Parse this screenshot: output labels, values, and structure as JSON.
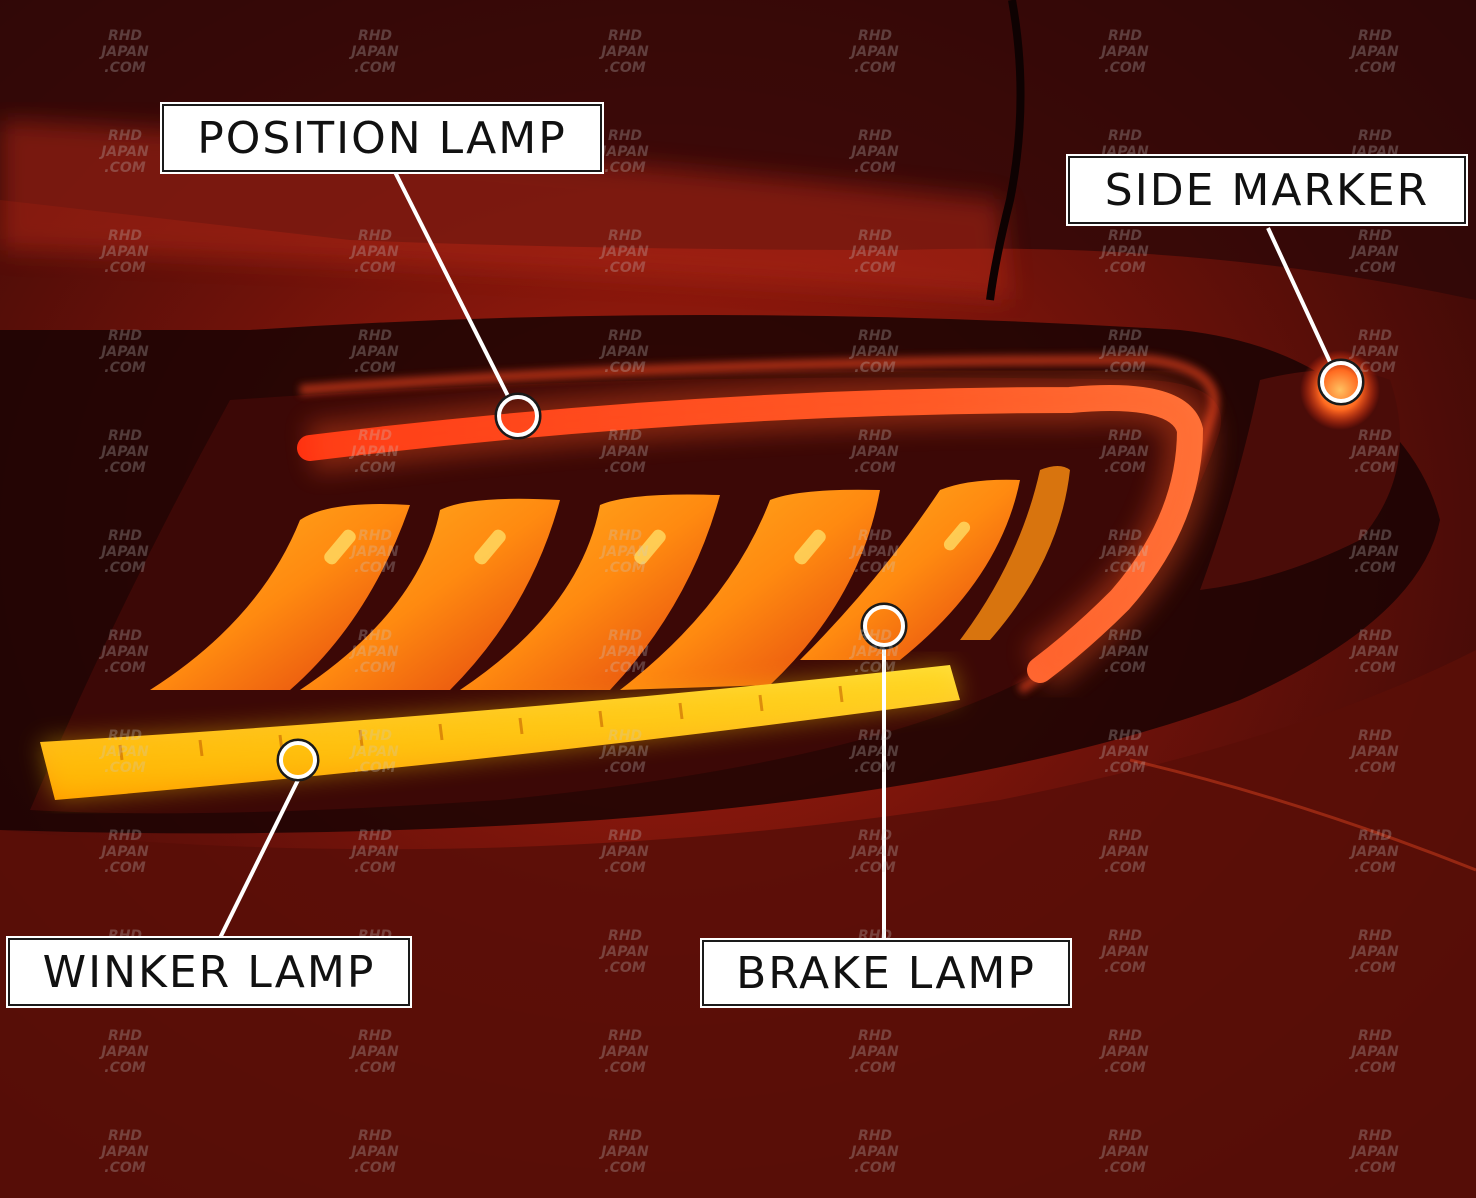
{
  "labels": {
    "position": "POSITION LAMP",
    "side": "SIDE MARKER",
    "winker": "WINKER LAMP",
    "brake": "BRAKE LAMP"
  },
  "watermark": {
    "line1": "RHD",
    "line2": "JAPAN",
    "line3": ".COM"
  },
  "colors": {
    "background": "#3a0a08",
    "lamp_red": "#ff3a1a",
    "lamp_amber": "#ffb400",
    "callout": "#ffffff"
  }
}
